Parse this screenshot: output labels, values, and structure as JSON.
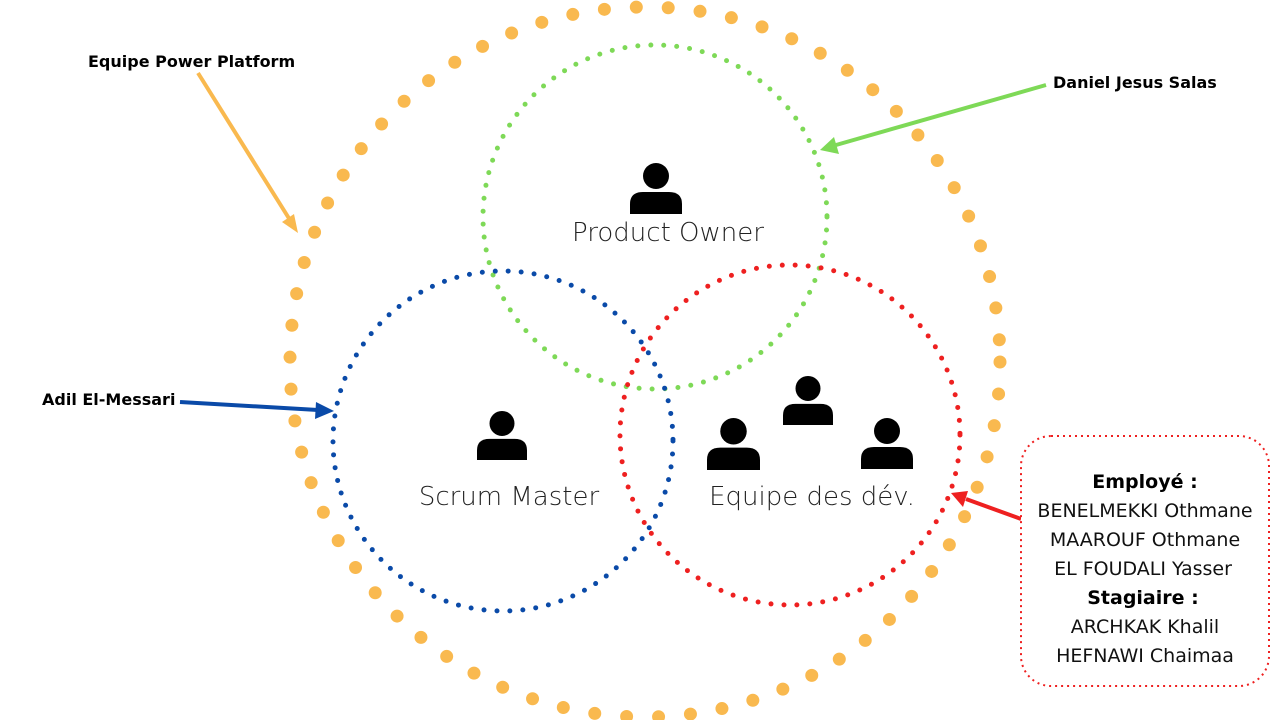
{
  "colors": {
    "orange": "#F9B94F",
    "green": "#7ED957",
    "blue": "#0A4AA8",
    "red": "#EE2020",
    "person": "#000000"
  },
  "circles": {
    "team": {
      "name": "Equipe Power Platform",
      "color": "orange"
    },
    "product_owner": {
      "label": "Product Owner",
      "color": "green"
    },
    "scrum_master": {
      "label": "Scrum Master",
      "color": "blue"
    },
    "dev_team": {
      "label": "Equipe des dév.",
      "color": "red"
    }
  },
  "annotations": {
    "team": "Equipe Power Platform",
    "product_owner": "Daniel Jesus Salas",
    "scrum_master": "Adil El-Messari"
  },
  "members_box": {
    "employees_heading": "Employé :",
    "employees": [
      "BENELMEKKI Othmane",
      "MAAROUF Othmane",
      "EL FOUDALI Yasser"
    ],
    "interns_heading": "Stagiaire :",
    "interns": [
      "ARCHKAK Khalil",
      "HEFNAWI Chaimaa"
    ]
  },
  "icons": {
    "product_owner": "person-icon",
    "scrum_master": "person-icon",
    "dev_team": [
      "person-icon",
      "person-icon",
      "person-icon"
    ]
  }
}
